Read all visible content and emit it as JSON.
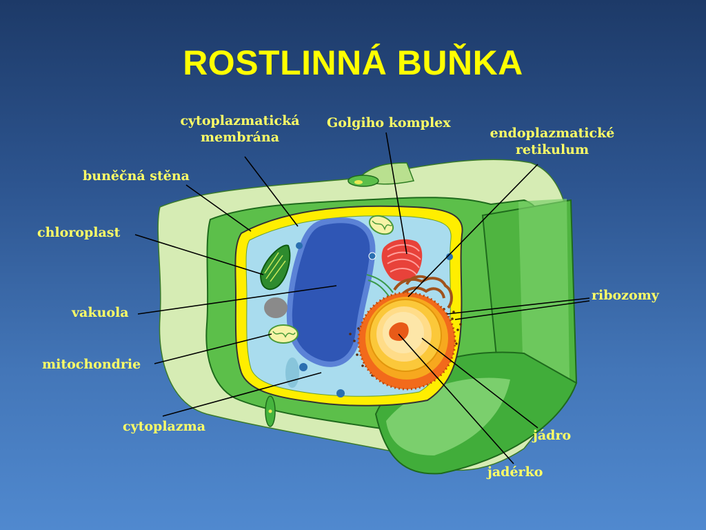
{
  "title": "ROSTLINNÁ BUŇKA",
  "labels": {
    "cytoplazmaticka_membrana": [
      "cytoplazmatická",
      "membrána"
    ],
    "golgiho_komplex": "Golgiho komplex",
    "endoplazmaticke_retikulum": [
      "endoplazmatické",
      "retikulum"
    ],
    "bunecna_stena": "buněčná stěna",
    "chloroplast": "chloroplast",
    "ribozomy": "ribozomy",
    "vakuola": "vakuola",
    "mitochondrie": "mitochondrie",
    "cytoplazma": "cytoplazma",
    "jadro": "jádro",
    "jaderko": "jadérko"
  },
  "colors": {
    "title": "#ffff00",
    "label": "#ffff66",
    "background_top": "#1d3a68",
    "background_bottom": "#5089cf",
    "cell_wall_light": "#d6ecb4",
    "cell_wall_green": "#5cbf4a",
    "cell_wall_dark": "#2f9d32",
    "membrane": "#ffee00",
    "cytoplasm": "#a9dcee",
    "vacuole": "#2f56b5",
    "nucleus": "#f7a81e",
    "golgi": "#e8423a"
  }
}
